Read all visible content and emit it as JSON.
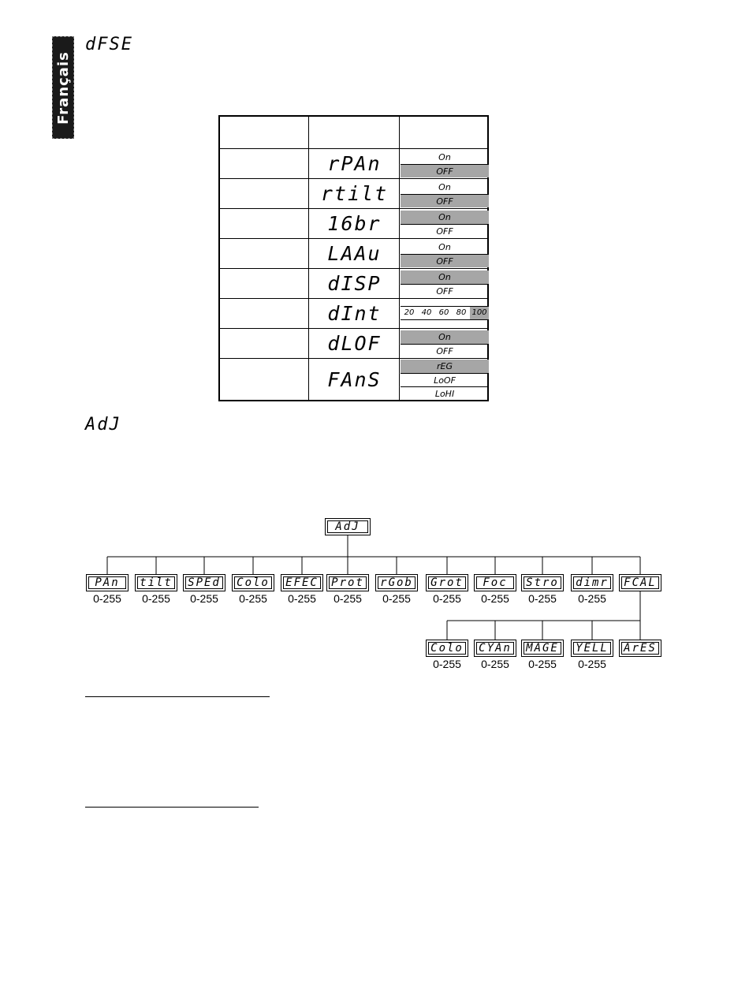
{
  "side_tab": {
    "text": "Français"
  },
  "sections": {
    "dfse_title": "dFSE",
    "adj_title": "AdJ"
  },
  "settings_table": {
    "rows": [
      {
        "code": "rPAn",
        "options": [
          {
            "label": "On",
            "selected": false
          },
          {
            "label": "OFF",
            "selected": true
          }
        ]
      },
      {
        "code": "rtilt",
        "options": [
          {
            "label": "On",
            "selected": false
          },
          {
            "label": "OFF",
            "selected": true
          }
        ]
      },
      {
        "code": "16br",
        "options": [
          {
            "label": "On",
            "selected": true
          },
          {
            "label": "OFF",
            "selected": false
          }
        ]
      },
      {
        "code": "LAAu",
        "options": [
          {
            "label": "On",
            "selected": false
          },
          {
            "label": "OFF",
            "selected": true
          }
        ]
      },
      {
        "code": "dISP",
        "options": [
          {
            "label": "On",
            "selected": true
          },
          {
            "label": "OFF",
            "selected": false
          }
        ]
      },
      {
        "code": "dInt",
        "levels": [
          "20",
          "40",
          "60",
          "80",
          "100"
        ],
        "selected_level": "100"
      },
      {
        "code": "dLOF",
        "options": [
          {
            "label": "On",
            "selected": true
          },
          {
            "label": "OFF",
            "selected": false
          }
        ]
      },
      {
        "code": "FAnS",
        "options": [
          {
            "label": "rEG",
            "selected": true
          },
          {
            "label": "LoOF",
            "selected": false
          },
          {
            "label": "LoHI",
            "selected": false
          }
        ]
      }
    ]
  },
  "adj_tree": {
    "root": "AdJ",
    "children": [
      {
        "label": "PAn",
        "range": "0-255"
      },
      {
        "label": "tilt",
        "range": "0-255"
      },
      {
        "label": "SPEd",
        "range": "0-255"
      },
      {
        "label": "Colo",
        "range": "0-255"
      },
      {
        "label": "EFEC",
        "range": "0-255"
      },
      {
        "label": "Prot",
        "range": "0-255"
      },
      {
        "label": "rGob",
        "range": "0-255"
      },
      {
        "label": "Grot",
        "range": "0-255"
      },
      {
        "label": "Foc",
        "range": "0-255"
      },
      {
        "label": "Stro",
        "range": "0-255"
      },
      {
        "label": "dimr",
        "range": "0-255"
      },
      {
        "label": "FCAL",
        "range": ""
      }
    ],
    "fcal_children": [
      {
        "label": "Colo",
        "range": "0-255"
      },
      {
        "label": "CYAn",
        "range": "0-255"
      },
      {
        "label": "MAGE",
        "range": "0-255"
      },
      {
        "label": "YELL",
        "range": "0-255"
      },
      {
        "label": "ArES",
        "range": ""
      }
    ]
  }
}
